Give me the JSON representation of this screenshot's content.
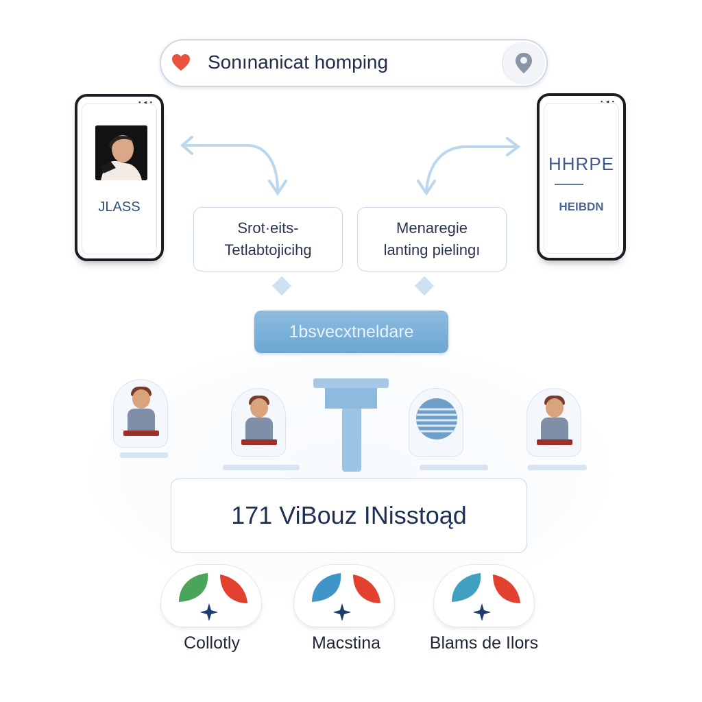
{
  "search": {
    "text": "Sonınanicat homping"
  },
  "phones": {
    "left": {
      "label": "JLASS"
    },
    "right": {
      "title": "HHRPE",
      "subtitle": "HEIBDN"
    }
  },
  "boxes": {
    "left": {
      "line1": "Srot·eits-",
      "line2": "Tetlabtojicihg"
    },
    "right": {
      "line1": "Menaregie",
      "line2": "lanting pielingı"
    }
  },
  "hub": {
    "label": "1bsvecxtneldare"
  },
  "result": {
    "label": "171 ViBouz INisstoąd"
  },
  "badges": [
    {
      "label": "Collotly"
    },
    {
      "label": "Macstina"
    },
    {
      "label": "Blams de Ilors"
    }
  ],
  "colors": {
    "accent": "#6ca6d3",
    "heart": "#e8523f",
    "leaf_green": "#4aa55a",
    "leaf_red": "#e1412e",
    "star": "#1f3a6d"
  }
}
